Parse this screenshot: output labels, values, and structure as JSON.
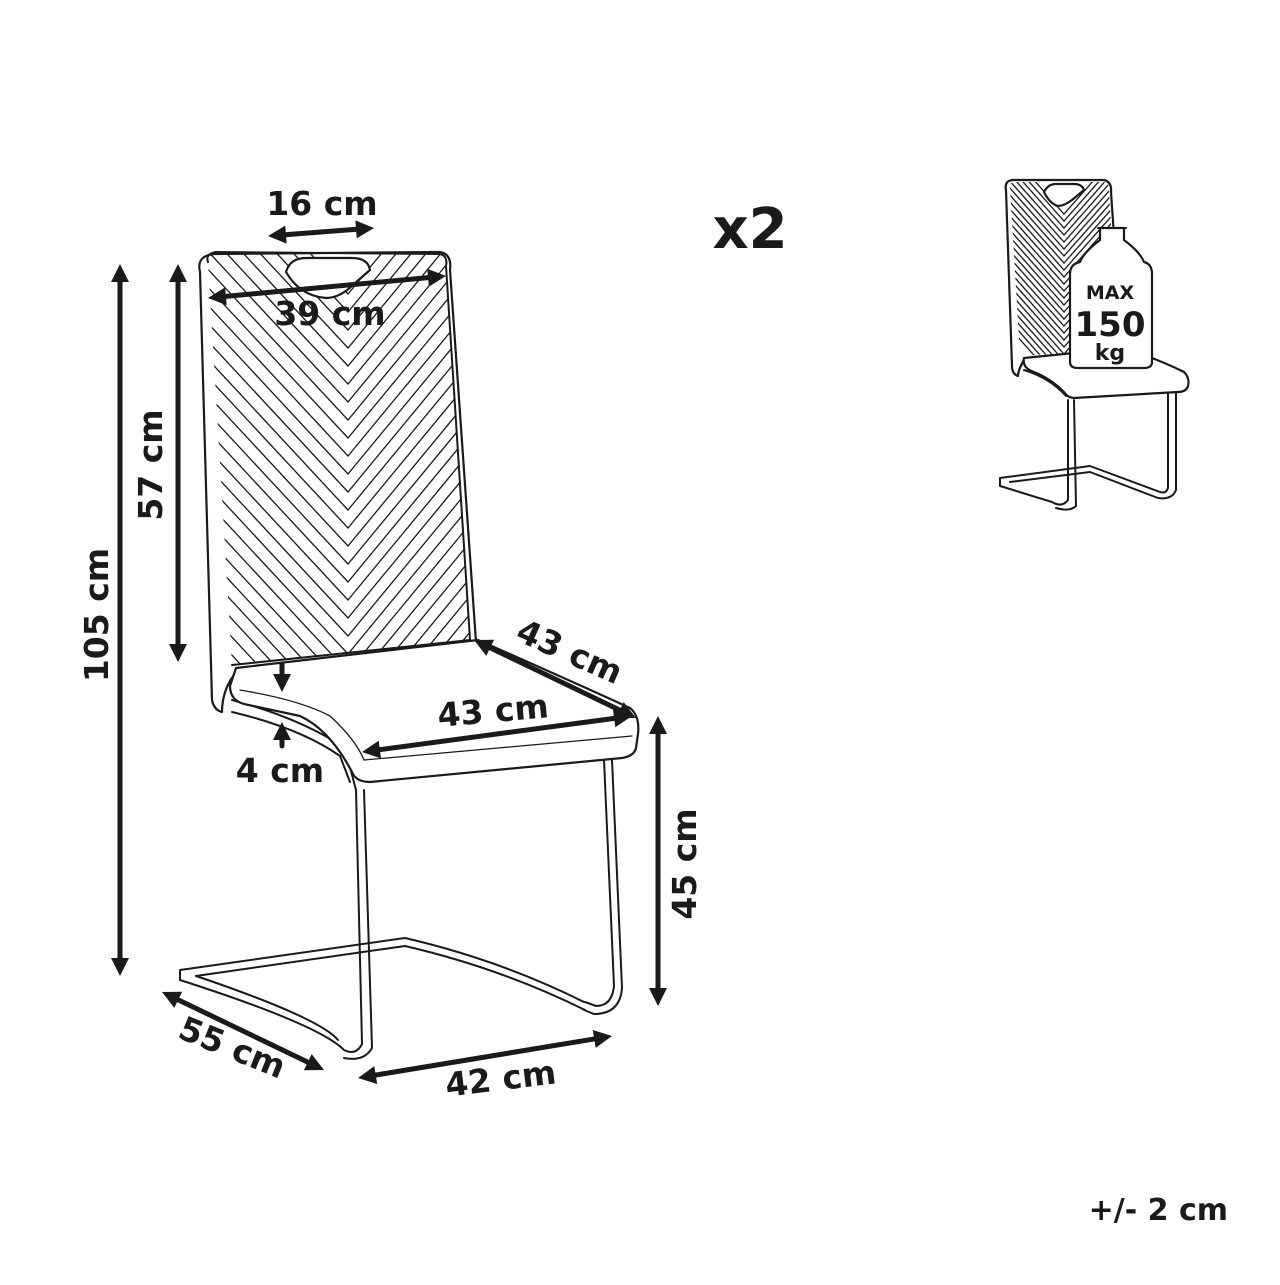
{
  "dimensions": {
    "handle_width": "16 cm",
    "back_width": "39 cm",
    "back_height": "57 cm",
    "total_height": "105 cm",
    "seat_depth": "43 cm",
    "seat_width": "43 cm",
    "seat_thickness": "4 cm",
    "seat_height": "45 cm",
    "base_depth": "55 cm",
    "base_width": "42 cm"
  },
  "quantity": "x2",
  "load": {
    "max_label": "MAX",
    "value": "150",
    "unit": "kg"
  },
  "tolerance": "+/- 2 cm",
  "colors": {
    "ink": "#1a1a1a",
    "background": "#ffffff"
  }
}
